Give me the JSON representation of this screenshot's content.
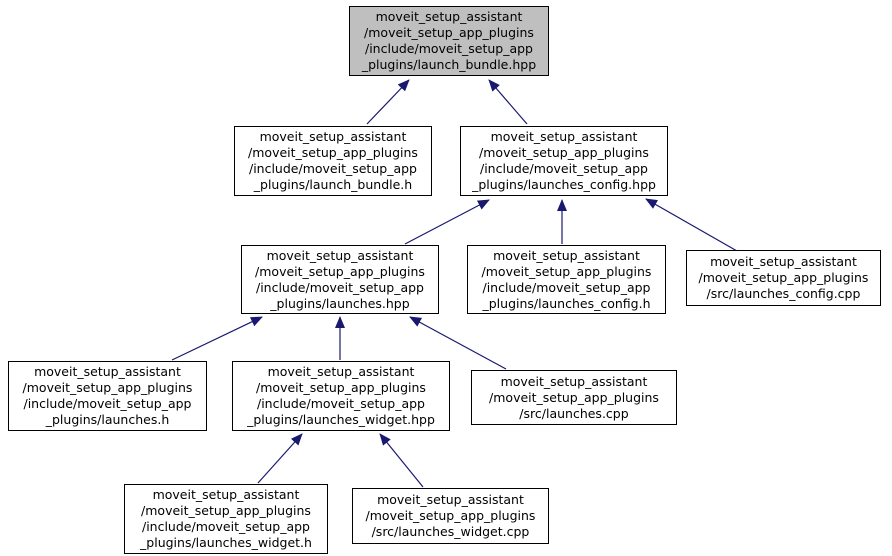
{
  "diagram": {
    "type": "include-dependency-graph",
    "colors": {
      "edge": "#191970",
      "node_fill": "#ffffff",
      "node_border": "#000000",
      "highlight_fill": "#bfbfbf",
      "text": "#000000"
    },
    "nodes": {
      "launch_bundle_hpp": {
        "label": "moveit_setup_assistant\n/moveit_setup_app_plugins\n/include/moveit_setup_app\n_plugins/launch_bundle.hpp",
        "highlighted": true
      },
      "launch_bundle_h": {
        "label": "moveit_setup_assistant\n/moveit_setup_app_plugins\n/include/moveit_setup_app\n_plugins/launch_bundle.h",
        "highlighted": false
      },
      "launches_config_hpp": {
        "label": "moveit_setup_assistant\n/moveit_setup_app_plugins\n/include/moveit_setup_app\n_plugins/launches_config.hpp",
        "highlighted": false
      },
      "launches_hpp": {
        "label": "moveit_setup_assistant\n/moveit_setup_app_plugins\n/include/moveit_setup_app\n_plugins/launches.hpp",
        "highlighted": false
      },
      "launches_config_h": {
        "label": "moveit_setup_assistant\n/moveit_setup_app_plugins\n/include/moveit_setup_app\n_plugins/launches_config.h",
        "highlighted": false
      },
      "launches_config_cpp": {
        "label": "moveit_setup_assistant\n/moveit_setup_app_plugins\n/src/launches_config.cpp",
        "highlighted": false
      },
      "launches_h": {
        "label": "moveit_setup_assistant\n/moveit_setup_app_plugins\n/include/moveit_setup_app\n_plugins/launches.h",
        "highlighted": false
      },
      "launches_widget_hpp": {
        "label": "moveit_setup_assistant\n/moveit_setup_app_plugins\n/include/moveit_setup_app\n_plugins/launches_widget.hpp",
        "highlighted": false
      },
      "launches_cpp": {
        "label": "moveit_setup_assistant\n/moveit_setup_app_plugins\n/src/launches.cpp",
        "highlighted": false
      },
      "launches_widget_h": {
        "label": "moveit_setup_assistant\n/moveit_setup_app_plugins\n/include/moveit_setup_app\n_plugins/launches_widget.h",
        "highlighted": false
      },
      "launches_widget_cpp": {
        "label": "moveit_setup_assistant\n/moveit_setup_app_plugins\n/src/launches_widget.cpp",
        "highlighted": false
      }
    },
    "edges": [
      {
        "from": "launch_bundle_h",
        "to": "launch_bundle_hpp"
      },
      {
        "from": "launches_config_hpp",
        "to": "launch_bundle_hpp"
      },
      {
        "from": "launches_hpp",
        "to": "launches_config_hpp"
      },
      {
        "from": "launches_config_h",
        "to": "launches_config_hpp"
      },
      {
        "from": "launches_config_cpp",
        "to": "launches_config_hpp"
      },
      {
        "from": "launches_h",
        "to": "launches_hpp"
      },
      {
        "from": "launches_widget_hpp",
        "to": "launches_hpp"
      },
      {
        "from": "launches_cpp",
        "to": "launches_hpp"
      },
      {
        "from": "launches_widget_h",
        "to": "launches_widget_hpp"
      },
      {
        "from": "launches_widget_cpp",
        "to": "launches_widget_hpp"
      }
    ]
  }
}
